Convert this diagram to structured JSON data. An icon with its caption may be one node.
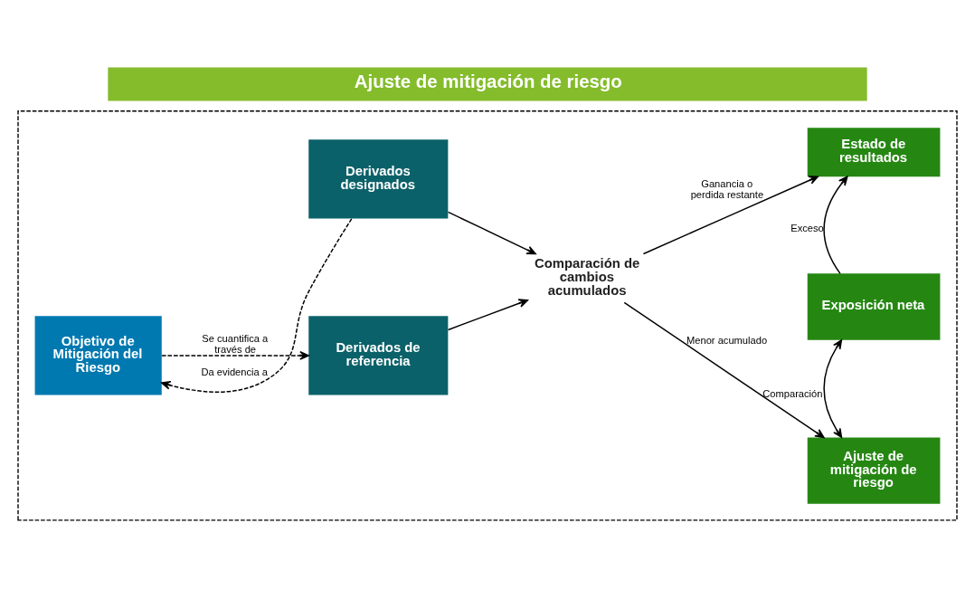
{
  "diagram": {
    "title": "Ajuste de mitigación de riesgo",
    "nodes": [
      {
        "text": [],
        "shape": "box"
      },
      {
        "text": [
          "Derivados designados"
        ],
        "in": 0
      },
      {
        "text": [
          "Objetivo de Mitigación del Riesgo"
        ],
        "in": 0
      },
      {
        "text": [
          "Derivados de referencia"
        ],
        "in": 0
      },
      {
        "text": [
          "Comparación de cambios acumulados"
        ],
        "in": 0
      },
      {
        "text": [
          "Estado de resultados"
        ],
        "in": 0
      },
      {
        "text": [
          "Exposición neta"
        ],
        "in": 0
      },
      {
        "text": [
          "Ajuste de mitigación de riesgo"
        ],
        "in": 0
      }
    ],
    "edges": [
      {
        "from": 1,
        "to": 2,
        "arrow": "to",
        "label": "Da evidencia a",
        "style": "dashed"
      },
      {
        "from": 2,
        "to": 3,
        "arrow": "to",
        "label": "Se cuantifica a través de",
        "style": "dashed"
      },
      {
        "from": 1,
        "to": 4,
        "arrow": "to"
      },
      {
        "from": 3,
        "to": 4,
        "arrow": "to"
      },
      {
        "from": 4,
        "to": 5,
        "arrow": "to",
        "label": "Ganancia o perdida restante"
      },
      {
        "from": 4,
        "to": 7,
        "arrow": "to",
        "label": "Menor acumulado"
      },
      {
        "from": 6,
        "to": 5,
        "arrow": "to",
        "label": "Exceso"
      },
      {
        "from": 6,
        "to": 7,
        "arrow": "both",
        "label": "Comparación"
      }
    ]
  }
}
